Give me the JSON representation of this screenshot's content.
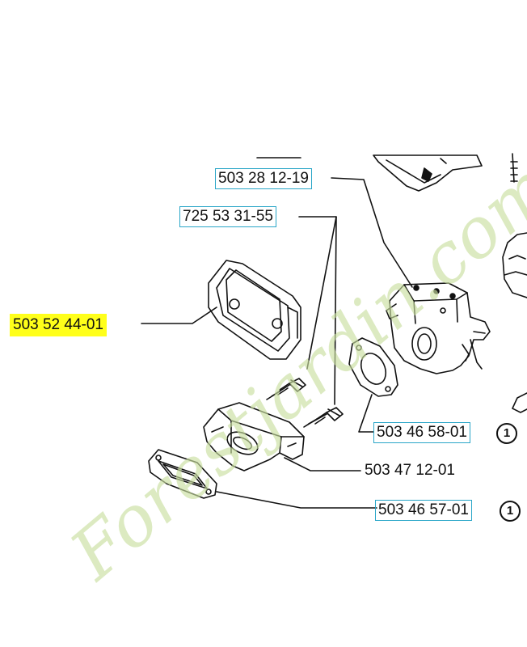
{
  "labels": {
    "p1": "503 28 12-19",
    "p2": "725 53 31-55",
    "p3": "503 52 44-01",
    "p4": "503 46 58-01",
    "p5": "503 47 12-01",
    "p6": "503 46 57-01"
  },
  "markers": {
    "m1": "1",
    "m2": "1"
  },
  "watermark": "Forestjardin.com",
  "colors": {
    "highlight": "#ffff1a",
    "label_box": "#2aa6c8",
    "watermark": "#c9dfa0",
    "line": "#111111"
  }
}
